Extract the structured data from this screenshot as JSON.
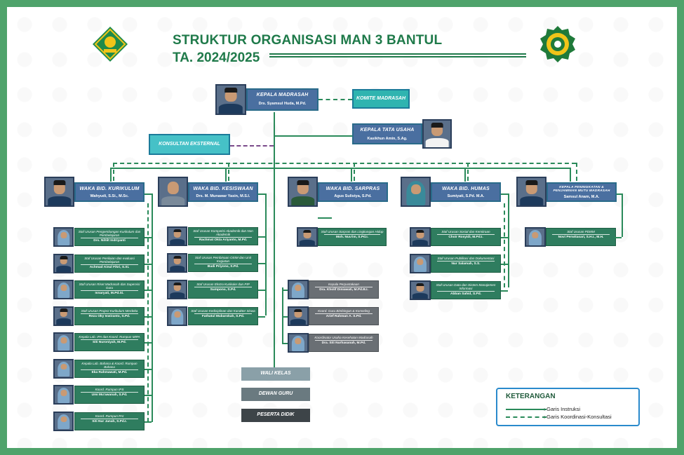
{
  "header": {
    "title_line1": "STRUKTUR ORGANISASI MAN 3 BANTUL",
    "title_line2": "TA. 2024/2025"
  },
  "logos": {
    "left": "kemenag-logo",
    "right": "madrasah-seal-logo"
  },
  "kepala": {
    "title": "KEPALA MADRASAH",
    "name": "Drs. Syamsul Huda, M.Pd."
  },
  "komite": {
    "title": "KOMITE MADRASAH"
  },
  "tata_usaha": {
    "title": "KEPALA TATA USAHA",
    "name": "Kasikhun Amin, S.Ag."
  },
  "konsultan": {
    "title": "KONSULTAN EKSTERNAL"
  },
  "waka": [
    {
      "title": "WAKA BID. KURIKULUM",
      "name": "Wahyudi, S.Si., M.Sc."
    },
    {
      "title": "WAKA BID. KESISWAAN",
      "name": "Drs. M. Munawar Yasin, M.S.I."
    },
    {
      "title": "WAKA BID. SARPRAS",
      "name": "Agus Sulistya, S.Pd."
    },
    {
      "title": "WAKA BID. HUMAS",
      "name": "Sumiyati, S.Pd. M.A."
    },
    {
      "title": "KEPALA PENINGKATAN & PENJAMINAN MUTU MADRASAH",
      "name": "Samsul Anam, M.A."
    }
  ],
  "staff_kurikulum": [
    {
      "title": "Staf Urusan Pengembangan Kurikulum dan Pembelajaran",
      "name": "Drs. Nihlit Indriyanti"
    },
    {
      "title": "Staf Urusan Penilaian dan evaluasi Pembelajaran",
      "name": "Achmad Ainul Fikri, S.Si."
    },
    {
      "title": "Staf Urusan Riset Madrasah dan Supervisi Guru",
      "name": "Isnaryati, M.Pd.Si."
    },
    {
      "title": "Staf Urusan Project Kurikulum Merdeka",
      "name": "Reza Oky Iswiranto, S.Pd."
    },
    {
      "title": "Kepala Lab. IPA dan Koord. Rumpun MIPA",
      "name": "Siti Nuroniyah, M.Pd."
    },
    {
      "title": "Kepala Lab. Bahasa & Koord. Rumpun Bahasa",
      "name": "Eka Rahmawati, M.Pd."
    },
    {
      "title": "Koord. Rumpun IPS",
      "name": "Umi Mu'awanah, S.Pd."
    },
    {
      "title": "Koord. Rumpun PAI",
      "name": "Siti Nur Janah, S.Pd.I."
    }
  ],
  "staff_kesiswaan": [
    {
      "title": "Staf Urusan Kompetisi Akademik dan Non Akademik",
      "name": "Rachmat Okta Ariyanto, M.Pd."
    },
    {
      "title": "Staf Urusan Pembinaan OSIM dan Unit Kegiatan",
      "name": "Budi Priyono, S.Pd."
    },
    {
      "title": "Staf Urusan Ekstra Kurikuler dan PIP",
      "name": "Sumpono, S.Pd."
    },
    {
      "title": "Staf Urusan Kedisiplinan dan Karakter Siswa",
      "name": "Fathatul Mubarokah, S.Pd."
    }
  ],
  "staff_sarpras": [
    {
      "title": "Staf Urusan Sarpras dan Lingkungan Hidup",
      "name": "Moh. Nuu'im, S.Pd.I."
    }
  ],
  "staff_gray": [
    {
      "title": "Kepala Perpustakaan",
      "name": "Dra. Kholif Diniawati, M.Pd.B.I."
    },
    {
      "title": "Koord. Guru Bimbingan & Konseling",
      "name": "Arief Rahman A. S.Pd."
    },
    {
      "title": "Koordinator Usaha Kesehatan Madrasah",
      "name": "Dra. Siti Nurhasanah, M.Pd."
    }
  ],
  "staff_humas": [
    {
      "title": "Staf Urusan Sosial dan Kemitraan",
      "name": "Choir Rosyidi, M.Pd.I."
    },
    {
      "title": "Staf Urusan Publikasi dan Dokumentasi",
      "name": "Nur Salamah, S.S."
    },
    {
      "title": "Staf Urusan Data dan Sistem Manajemen Informasi",
      "name": "Abban Sahid, S.Pd."
    }
  ],
  "staff_mutu": [
    {
      "title": "Staf Urusan PDMM",
      "name": "Novi Perwitasari, S.H.I., M.H."
    }
  ],
  "bottom": {
    "wali": "WALI KELAS",
    "dewan": "DEWAN GURU",
    "peserta": "PESERTA DIDIK"
  },
  "legend": {
    "title": "KETERANGAN",
    "solid": ": Garis Instruksi",
    "dashed": ": Garis Koordinasi-Konsultasi"
  },
  "colors": {
    "green": "#2a8a5a",
    "staff": "#2f7d5f",
    "gray": "#6a6f74",
    "teal": "#2fb4b0",
    "main": "#4a6fa0"
  }
}
